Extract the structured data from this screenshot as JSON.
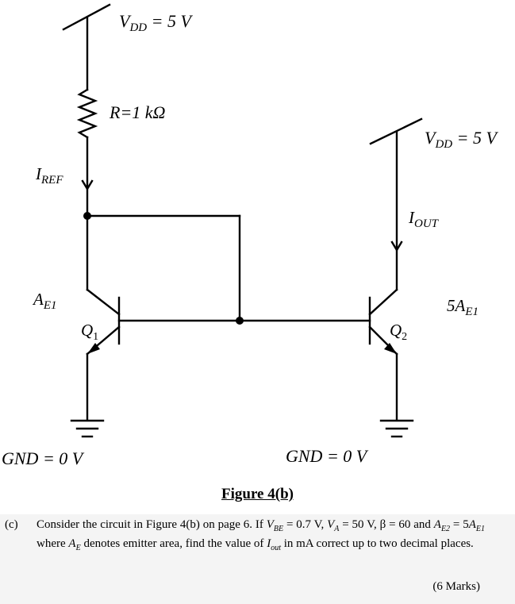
{
  "figure": {
    "vdd_left": "V_DD = 5 V",
    "vdd_right": "V_DD = 5 V",
    "resistor": "R=1 kΩ",
    "iref": "I_REF",
    "iout": "I_OUT",
    "q1_area": "A_E1",
    "q2_area": "5A_E1",
    "q1_name": "Q1",
    "q2_name": "Q2",
    "gnd_left": "GND = 0 V",
    "gnd_right": "GND = 0 V",
    "caption": "Figure 4(b)"
  },
  "question": {
    "label": "(c)",
    "intro": "Consider the circuit in Figure 4(b) on page 6.  If",
    "vbe": "V",
    "vbe_sub": "BE",
    "vbe_val": " = 0.7 V, ",
    "va": "V",
    "va_sub": "A",
    "va_val": " = 50 V,",
    "beta": "β = 60 and ",
    "ae2": "A",
    "ae2_sub": "E2",
    "eq": " = 5",
    "ae1": "A",
    "ae1_sub": "E1",
    "where": " where ",
    "ae": "A",
    "ae_sub": "E",
    "denotes": " denotes emitter area, find the value of ",
    "iout": "I",
    "iout_sub": "out",
    "tail": " in mA correct up to two decimal places.",
    "marks": "(6 Marks)"
  }
}
